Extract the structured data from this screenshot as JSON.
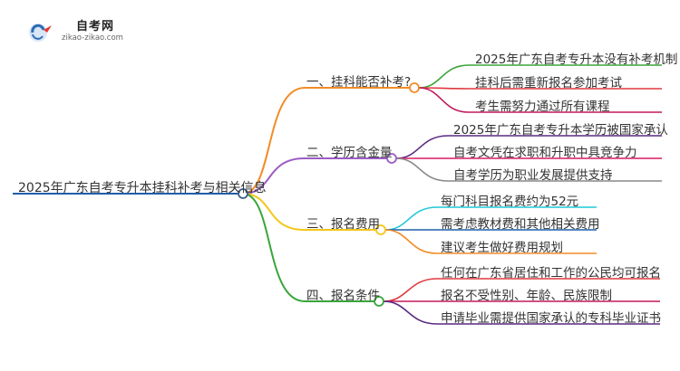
{
  "logo": {
    "title": "自考网",
    "subtitle": "zikao-zikao.com"
  },
  "root": "2025年广东自考专升本挂科补考与相关信息",
  "branches": [
    {
      "label": "一、挂科能否补考?",
      "color": "#f28c28",
      "children": [
        {
          "label": "2025年广东自考专升本没有补考机制",
          "color": "#3aa53a"
        },
        {
          "label": "挂科后需重新报名参加考试",
          "color": "#e0393e"
        },
        {
          "label": "考生需努力通过所有课程",
          "color": "#c2185b"
        }
      ]
    },
    {
      "label": "二、学历含金量",
      "color": "#9c5cc4",
      "children": [
        {
          "label": "2025年广东自考专升本学历被国家承认",
          "color": "#5a2a82"
        },
        {
          "label": "自考文凭在求职和升职中具竞争力",
          "color": "#d81b60"
        },
        {
          "label": "自考学历为职业发展提供支持",
          "color": "#888888"
        }
      ]
    },
    {
      "label": "三、报名费用",
      "color": "#f5c518",
      "children": [
        {
          "label": "每门科目报名费约为52元",
          "color": "#1ec8d8"
        },
        {
          "label": "需考虑教材费和其他相关费用",
          "color": "#1f5fa8"
        },
        {
          "label": "建议考生做好费用规划",
          "color": "#f28c28"
        }
      ]
    },
    {
      "label": "四、报名条件",
      "color": "#3aa53a",
      "children": [
        {
          "label": "任何在广东省居住和工作的公民均可报名",
          "color": "#e0393e"
        },
        {
          "label": "报名不受性别、年龄、民族限制",
          "color": "#c2185b"
        },
        {
          "label": "申请毕业需提供国家承认的专科毕业证书",
          "color": "#5a2a82"
        }
      ]
    }
  ]
}
